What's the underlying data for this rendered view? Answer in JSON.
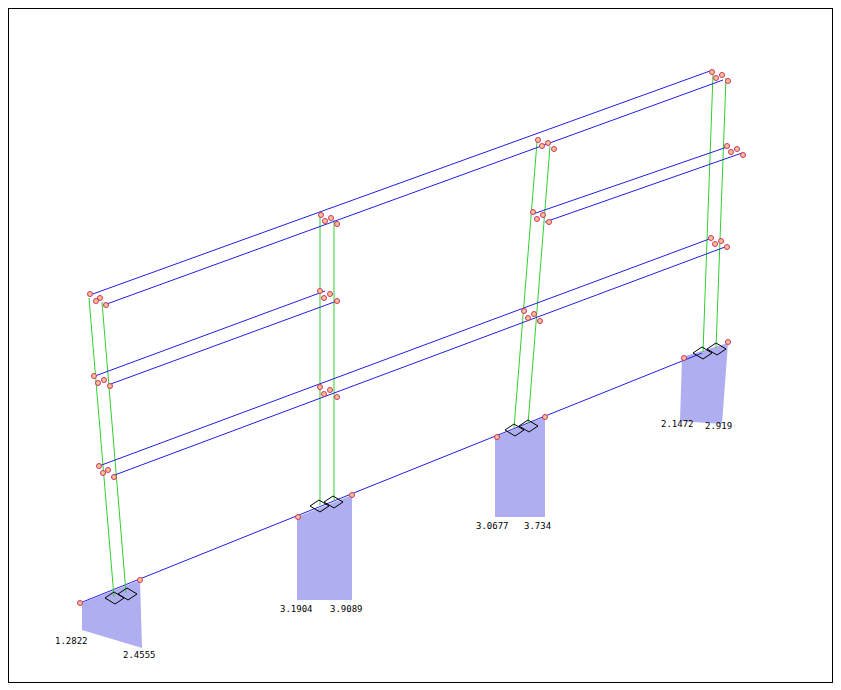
{
  "diagram": {
    "labels": [
      "1.2822",
      "2.4555",
      "3.1904",
      "3.9089",
      "3.0677",
      "3.734",
      "2.1472",
      "2.919"
    ]
  }
}
